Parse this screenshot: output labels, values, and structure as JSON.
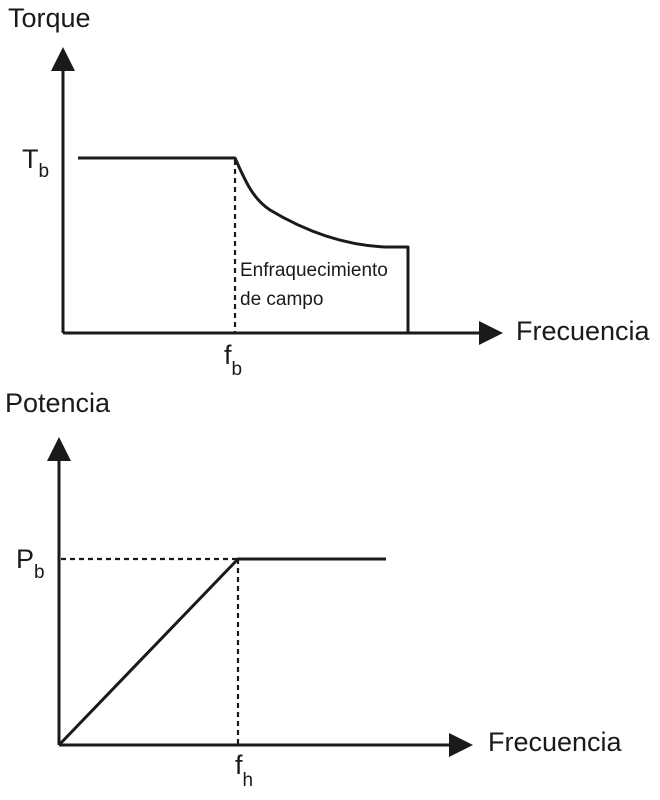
{
  "torque_chart": {
    "ylabel": "Torque",
    "xlabel": "Frecuencia",
    "y_tick_main": "T",
    "y_tick_sub": "b",
    "x_tick_main": "f",
    "x_tick_sub": "b",
    "annotation_line1": "Enfraquecimiento",
    "annotation_line2": "de campo"
  },
  "power_chart": {
    "ylabel": "Potencia",
    "xlabel": "Frecuencia",
    "y_tick_main": "P",
    "y_tick_sub": "b",
    "x_tick_main": "f",
    "x_tick_sub": "h"
  }
}
